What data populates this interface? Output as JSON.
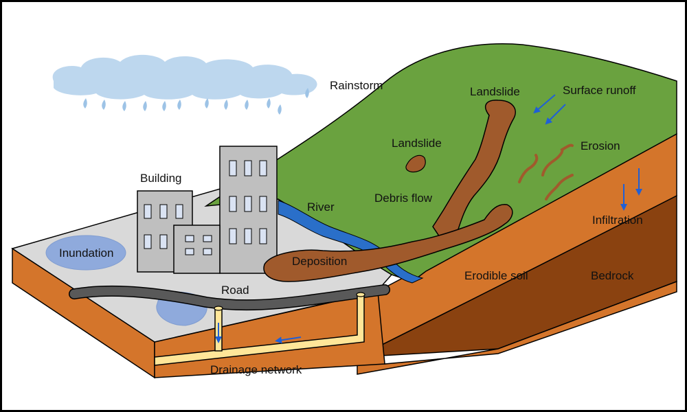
{
  "labels": {
    "rainstorm": "Rainstorm",
    "landslide_top": "Landslide",
    "surface_runoff": "Surface runoff",
    "landslide_mid": "Landslide",
    "erosion": "Erosion",
    "building": "Building",
    "debris_flow": "Debris flow",
    "river": "River",
    "infiltration": "Infiltration",
    "inundation": "Inundation",
    "deposition": "Deposition",
    "erodible_soil": "Erodible soil",
    "bedrock": "Bedrock",
    "road": "Road",
    "drainage_network": "Drainage network"
  },
  "colors": {
    "border": "#000000",
    "cloud": "#bdd7ee",
    "rain": "#9dc3e6",
    "hill_green": "#6aa23f",
    "soil_orange": "#d4752b",
    "bedrock_brown": "#8a4210",
    "ground_gray": "#d9d9d9",
    "water_blue": "#8faadc",
    "river_blue": "#2a6fc9",
    "landslide_brown": "#a05a2c",
    "road_dark": "#595959",
    "pipe_yellow": "#ffe699",
    "building_gray": "#bfbfbf",
    "window_blue": "#dae3f3",
    "arrow_blue": "#1f5fd6"
  }
}
